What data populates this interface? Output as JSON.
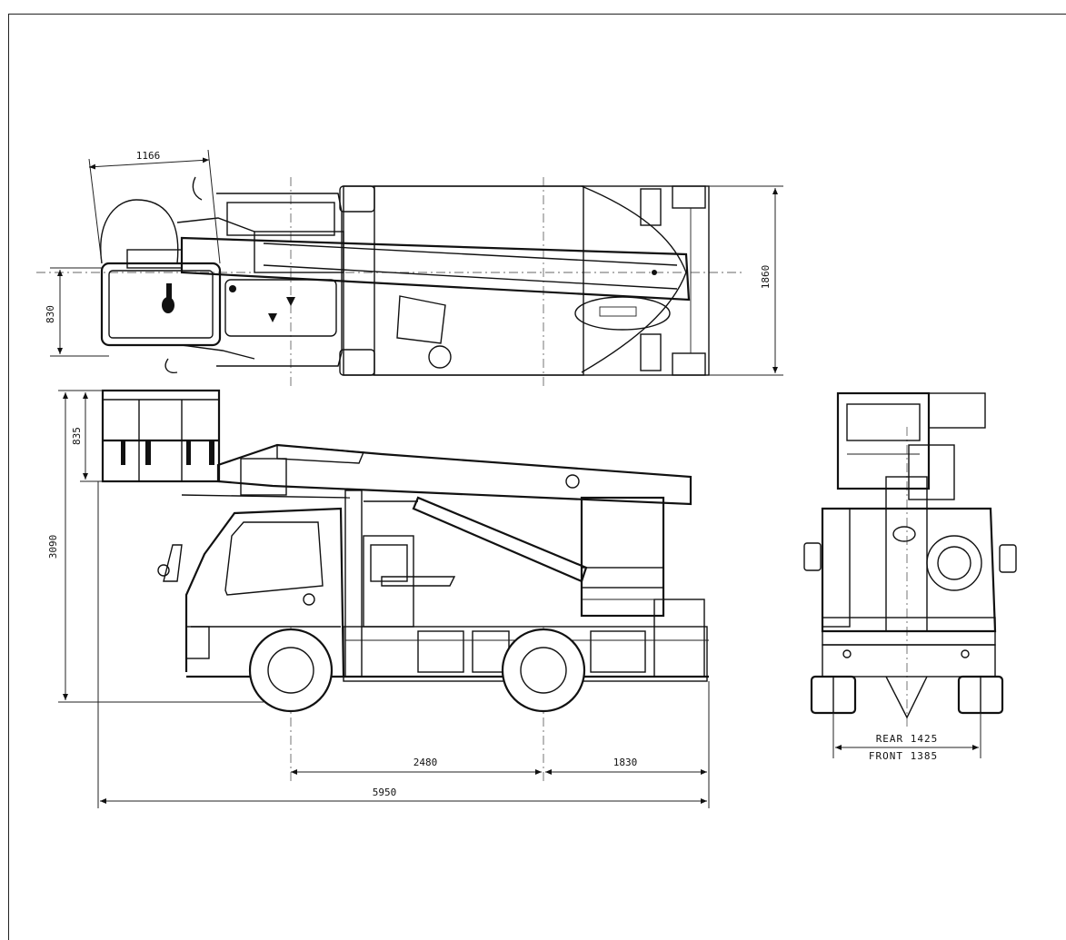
{
  "dimensions": {
    "basket_width": "1166",
    "basket_depth": "830",
    "overall_width": "1860",
    "basket_height": "835",
    "overall_height": "3090",
    "wheelbase": "2480",
    "rear_overhang": "1830",
    "overall_length": "5950",
    "rear_track": "REAR 1425",
    "front_track": "FRONT 1385"
  }
}
